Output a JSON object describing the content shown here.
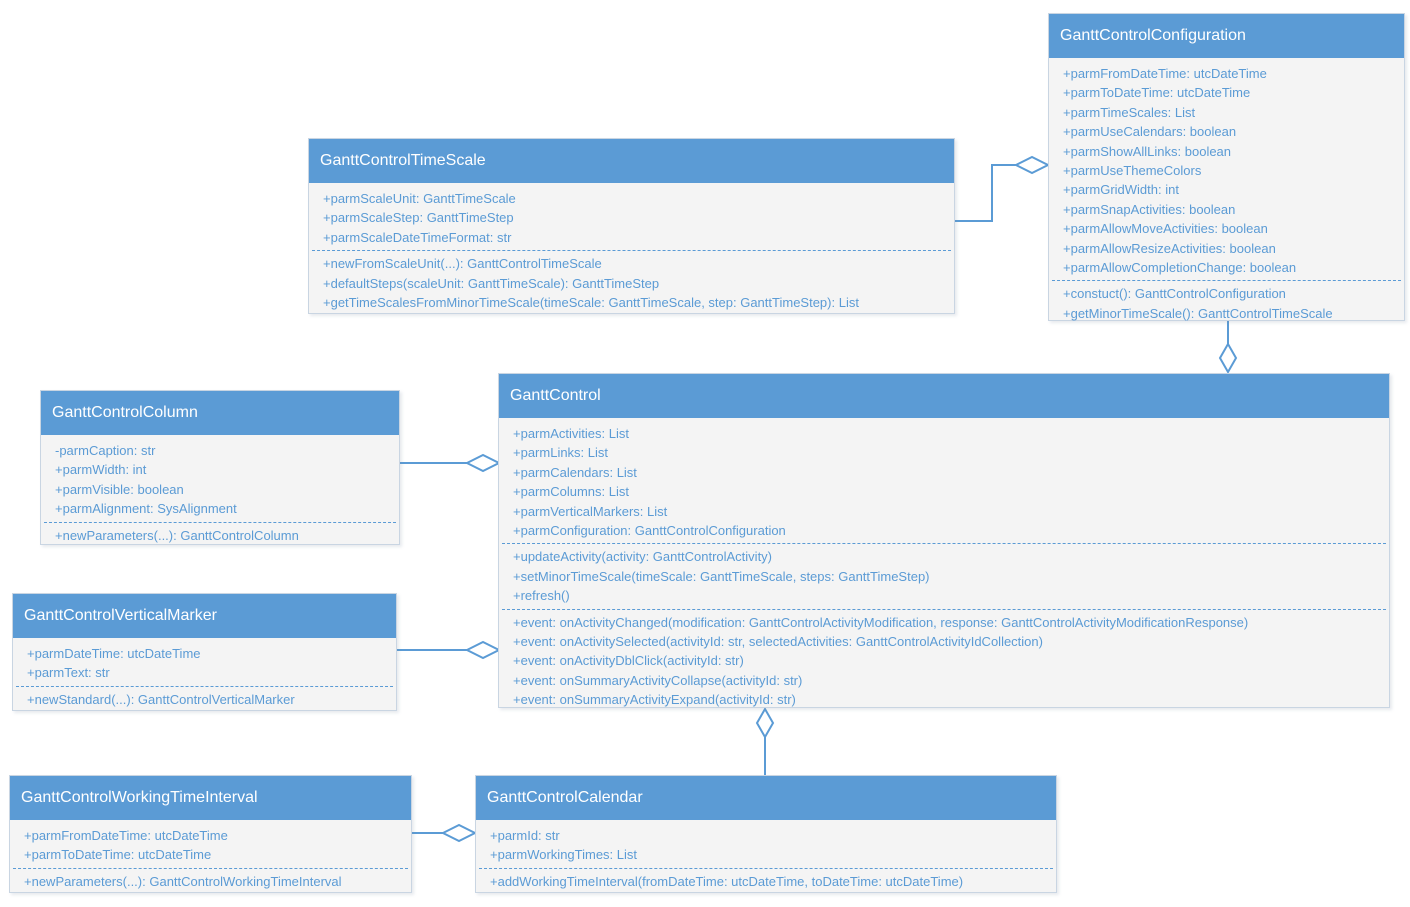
{
  "colors": {
    "header-blue": "#5b9bd5",
    "text-blue": "#5b9bd5",
    "line-blue": "#5b9bd5",
    "body-fill": "#f4f4f4",
    "box-border": "#c9d5e2"
  },
  "classes": [
    {
      "name": "GanttControlTimeScale",
      "attributes": [
        "+parmScaleUnit: GanttTimeScale",
        "+parmScaleStep: GanttTimeStep",
        "+parmScaleDateTimeFormat: str"
      ],
      "methods": [
        "+newFromScaleUnit(...): GanttControlTimeScale",
        "+defaultSteps(scaleUnit: GanttTimeScale): GanttTimeStep",
        "+getTimeScalesFromMinorTimeScale(timeScale: GanttTimeScale, step: GanttTimeStep): List"
      ]
    },
    {
      "name": "GanttControlConfiguration",
      "attributes": [
        "+parmFromDateTime: utcDateTime",
        "+parmToDateTime: utcDateTime",
        "+parmTimeScales: List",
        "+parmUseCalendars: boolean",
        "+parmShowAllLinks: boolean",
        "+parmUseThemeColors",
        "+parmGridWidth: int",
        "+parmSnapActivities: boolean",
        "+parmAllowMoveActivities: boolean",
        "+parmAllowResizeActivities: boolean",
        "+parmAllowCompletionChange: boolean"
      ],
      "methods": [
        "+constuct(): GanttControlConfiguration",
        "+getMinorTimeScale(): GanttControlTimeScale"
      ]
    },
    {
      "name": "GanttControlColumn",
      "attributes": [
        "-parmCaption: str",
        "+parmWidth: int",
        "+parmVisible: boolean",
        "+parmAlignment: SysAlignment"
      ],
      "methods": [
        "+newParameters(...): GanttControlColumn"
      ]
    },
    {
      "name": "GanttControl",
      "attributes": [
        "+parmActivities: List",
        "+parmLinks: List",
        "+parmCalendars: List",
        "+parmColumns: List",
        "+parmVerticalMarkers: List",
        "+parmConfiguration: GanttControlConfiguration"
      ],
      "methods": [
        "+updateActivity(activity: GanttControlActivity)",
        "+setMinorTimeScale(timeScale: GanttTimeScale, steps: GanttTimeStep)",
        "+refresh()"
      ],
      "events": [
        "+event: onActivityChanged(modification: GanttControlActivityModification, response: GanttControlActivityModificationResponse)",
        "+event: onActivitySelected(activityId: str, selectedActivities: GanttControlActivityIdCollection)",
        "+event: onActivityDblClick(activityId: str)",
        "+event: onSummaryActivityCollapse(activityId: str)",
        "+event: onSummaryActivityExpand(activityId: str)"
      ]
    },
    {
      "name": "GanttControlVerticalMarker",
      "attributes": [
        "+parmDateTime: utcDateTime",
        "+parmText: str"
      ],
      "methods": [
        "+newStandard(...): GanttControlVerticalMarker"
      ]
    },
    {
      "name": "GanttControlWorkingTimeInterval",
      "attributes": [
        "+parmFromDateTime: utcDateTime",
        "+parmToDateTime: utcDateTime"
      ],
      "methods": [
        "+newParameters(...): GanttControlWorkingTimeInterval"
      ]
    },
    {
      "name": "GanttControlCalendar",
      "attributes": [
        "+parmId: str",
        "+parmWorkingTimes: List"
      ],
      "methods": [
        "+addWorkingTimeInterval(fromDateTime: utcDateTime, toDateTime: utcDateTime)"
      ]
    }
  ],
  "relationships": [
    {
      "type": "aggregation",
      "part": "GanttControlTimeScale",
      "whole": "GanttControlConfiguration"
    },
    {
      "type": "aggregation",
      "part": "GanttControlConfiguration",
      "whole": "GanttControl"
    },
    {
      "type": "aggregation",
      "part": "GanttControlColumn",
      "whole": "GanttControl"
    },
    {
      "type": "aggregation",
      "part": "GanttControlVerticalMarker",
      "whole": "GanttControl"
    },
    {
      "type": "aggregation",
      "part": "GanttControlCalendar",
      "whole": "GanttControl"
    },
    {
      "type": "aggregation",
      "part": "GanttControlWorkingTimeInterval",
      "whole": "GanttControlCalendar"
    }
  ]
}
